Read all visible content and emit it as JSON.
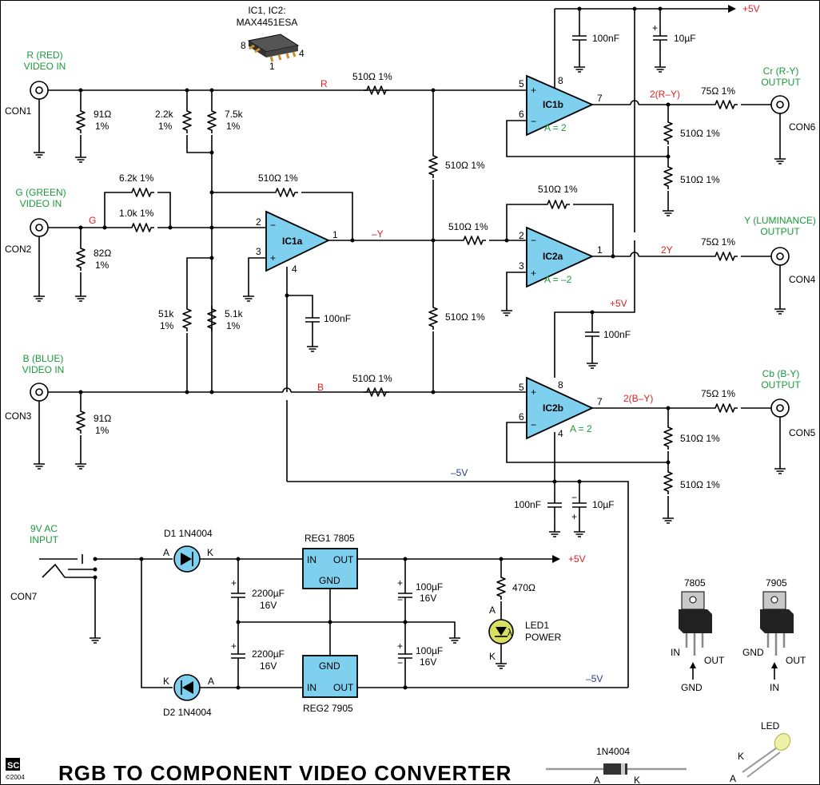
{
  "title": "RGB TO COMPONENT VIDEO CONVERTER",
  "logo": {
    "mark": "SC",
    "year": "©2004"
  },
  "ic_note": {
    "line1": "IC1, IC2:",
    "line2": "MAX4451ESA"
  },
  "ic_package_pins": {
    "p8": "8",
    "p4": "4",
    "p1": "1"
  },
  "inputs": [
    {
      "id": "CON1",
      "label1": "R (RED)",
      "label2": "VIDEO IN"
    },
    {
      "id": "CON2",
      "label1": "G (GREEN)",
      "label2": "VIDEO IN"
    },
    {
      "id": "CON3",
      "label1": "B (BLUE)",
      "label2": "VIDEO IN"
    }
  ],
  "outputs": [
    {
      "id": "CON6",
      "label1": "Cr (R-Y)",
      "label2": "OUTPUT"
    },
    {
      "id": "CON4",
      "label1": "Y (LUMINANCE)",
      "label2": "OUTPUT"
    },
    {
      "id": "CON5",
      "label1": "Cb (B-Y)",
      "label2": "OUTPUT"
    }
  ],
  "opamps": [
    {
      "name": "IC1a",
      "gain": ""
    },
    {
      "name": "IC1b",
      "gain": "A = 2"
    },
    {
      "name": "IC2a",
      "gain": "A = –2"
    },
    {
      "name": "IC2b",
      "gain": "A = 2"
    }
  ],
  "pins": {
    "p1": "1",
    "p2": "2",
    "p3": "3",
    "p4": "4",
    "p5": "5",
    "p6": "6",
    "p7": "7",
    "p8": "8"
  },
  "signals": {
    "R": "R",
    "G": "G",
    "B": "B",
    "negY": "–Y",
    "twoRY": "2(R–Y)",
    "twoY": "2Y",
    "twoBY": "2(B–Y)"
  },
  "rails": {
    "pos": "+5V",
    "neg": "–5V"
  },
  "resistors": {
    "r91": "91Ω",
    "r82": "82Ω",
    "pct": "1%",
    "r22k": "2.2k",
    "r75k": "7.5k",
    "r62k": "6.2k 1%",
    "r10k": "1.0k 1%",
    "r51k": "51k",
    "r51k2": "5.1k",
    "r510": "510Ω 1%",
    "r75": "75Ω 1%",
    "r470": "470Ω"
  },
  "capacitors": {
    "c100n": "100nF",
    "c10u": "10µF",
    "c2200": "2200µF",
    "c100u": "100µF",
    "v16": "16V"
  },
  "power": {
    "ac_in1": "9V AC",
    "ac_in2": "INPUT",
    "jack": "CON7",
    "d1": "D1 1N4004",
    "d2": "D2 1N4004",
    "a": "A",
    "k": "K",
    "reg1": "REG1 7805",
    "reg2": "REG2 7905",
    "in": "IN",
    "out": "OUT",
    "gnd": "GND",
    "led1": "LED1",
    "led2": "POWER",
    "lambda": "λ"
  },
  "legend": {
    "t7805": "7805",
    "t7905": "7905",
    "in": "IN",
    "out": "OUT",
    "gnd": "GND",
    "diode": "1N4004",
    "led": "LED",
    "a": "A",
    "k": "K"
  }
}
